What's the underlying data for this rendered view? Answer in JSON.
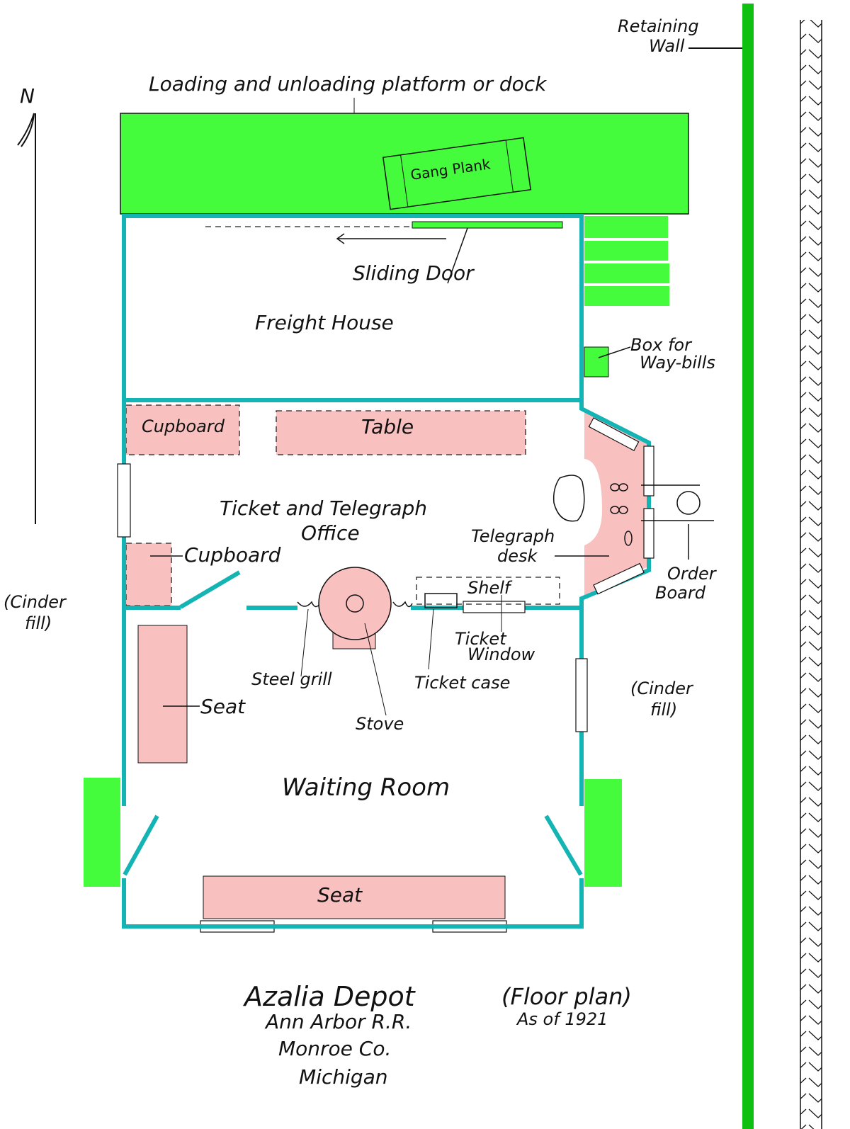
{
  "colors": {
    "green": "#44fb3c",
    "teal": "#14b4b4",
    "pink": "#f9c0c0",
    "wall_green": "#10c010"
  },
  "north_label": "N",
  "retaining_wall": {
    "line1": "Retaining",
    "line2": "Wall"
  },
  "platform_label": "Loading and unloading platform or dock",
  "gang_plank": "Gang Plank",
  "sliding_door": "Sliding Door",
  "freight_house": "Freight House",
  "waybill_box": {
    "line1": "Box for",
    "line2": "Way-bills"
  },
  "office": {
    "cupboard_top": "Cupboard",
    "table": "Table",
    "title_line1": "Ticket and Telegraph",
    "title_line2": "Office",
    "cupboard_side": "Cupboard",
    "telegraph_desk": {
      "line1": "Telegraph",
      "line2": "desk"
    },
    "shelf": "Shelf",
    "order_board": {
      "line1": "Order",
      "line2": "Board"
    }
  },
  "cinder_fill_left": {
    "line1": "(Cinder",
    "line2": "fill)"
  },
  "cinder_fill_right": {
    "line1": "(Cinder",
    "line2": "fill)"
  },
  "waiting": {
    "ticket_window": {
      "line1": "Ticket",
      "line2": "Window"
    },
    "ticket_case": "Ticket case",
    "steel_grill": "Steel grill",
    "stove": "Stove",
    "seat_side": "Seat",
    "title": "Waiting Room",
    "seat_bottom": "Seat"
  },
  "caption": {
    "title": "Azalia Depot",
    "subtitle": "(Floor plan)",
    "date": "As of 1921",
    "line2": "Ann Arbor R.R.",
    "line3": "Monroe Co.",
    "line4": "Michigan"
  }
}
